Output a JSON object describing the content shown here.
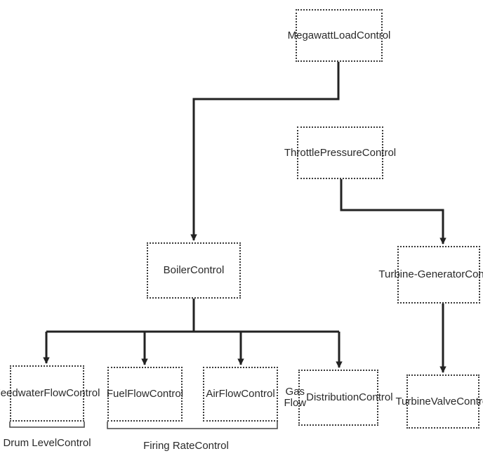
{
  "nodes": {
    "megawatt": "Megawatt\nLoad\nControl",
    "throttle": "Throttle\nPressure\nControl",
    "boiler": "Boiler\nControl",
    "turbine_gen": "Turbine-\nGenerator\nControl",
    "feedwater": "Feedwater\nFlow\nControl",
    "fuel": "Fuel\nFlow\nControl",
    "air": "Air\nFlow\nControl",
    "gasflow": "Gas Flow\nDistribution\nControl",
    "turbine_valve": "Turbine\nValve\nControl"
  },
  "groups": {
    "drum_level": "Drum Level\nControl",
    "firing_rate": "Firing Rate\nControl"
  }
}
